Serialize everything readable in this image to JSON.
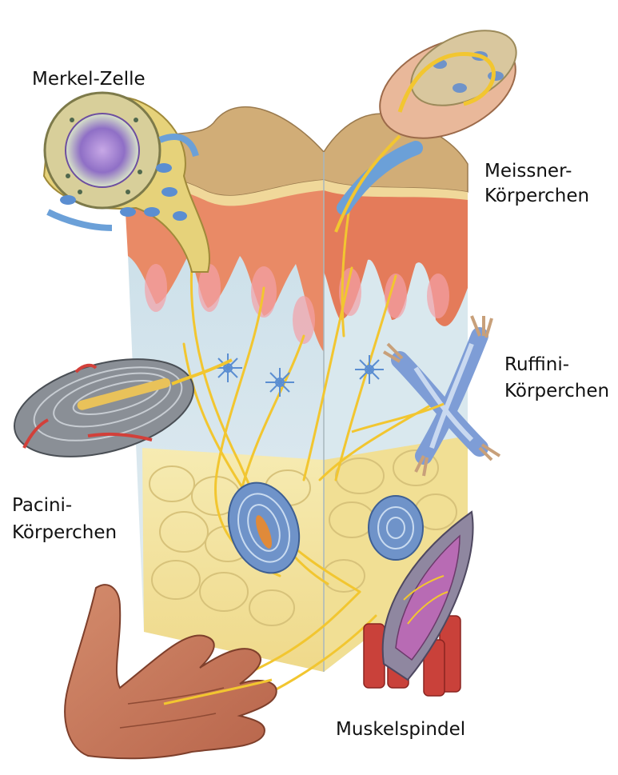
{
  "labels": {
    "merkel": "Merkel-Zelle",
    "meissner_line1": "Meissner-",
    "meissner_line2": "Körperchen",
    "ruffini_line1": "Ruffini-",
    "ruffini_line2": "Körperchen",
    "pacini_line1": "Pacini-",
    "pacini_line2": "Körperchen",
    "muskelspindel": "Muskelspindel"
  },
  "colors": {
    "epidermis": "#e8845f",
    "dermis": "#c8dde6",
    "fat": "#f3e39a",
    "nerve": "#f2c630",
    "capsule_blue": "#6f93c9",
    "skin_top": "#c9a574",
    "hand": "#c97a5e",
    "muscle": "#c9413a"
  }
}
